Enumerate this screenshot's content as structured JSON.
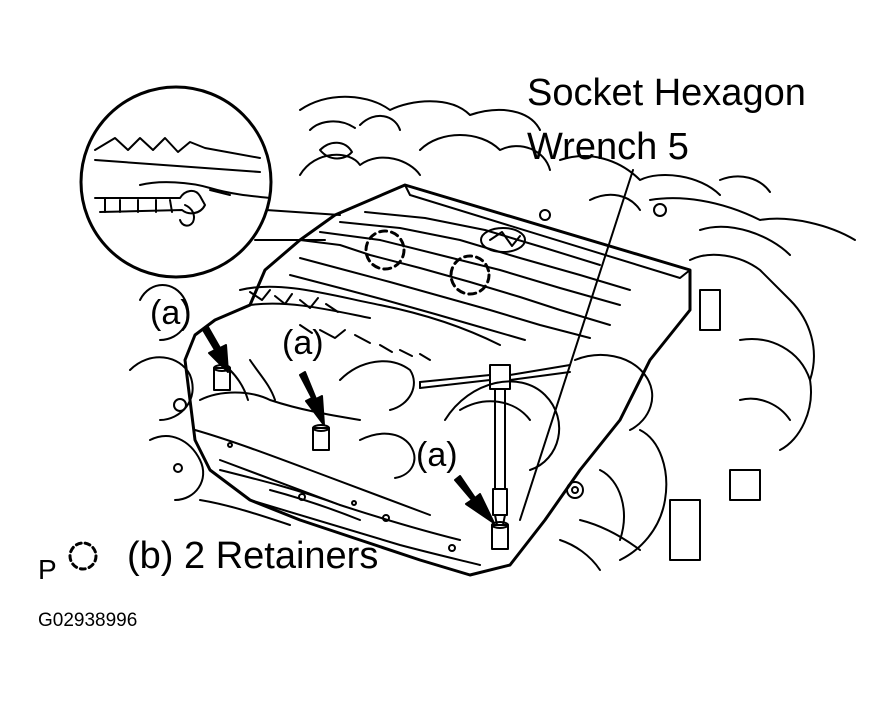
{
  "callouts": {
    "tool_line1": "Socket Hexagon",
    "tool_line2": "Wrench 5",
    "bolt_label": "(a)",
    "retainer_text": "(b) 2 Retainers",
    "retainer_prefix": "P"
  },
  "figure_id": "G02938996",
  "colors": {
    "ink": "#000000",
    "paper": "#ffffff"
  }
}
